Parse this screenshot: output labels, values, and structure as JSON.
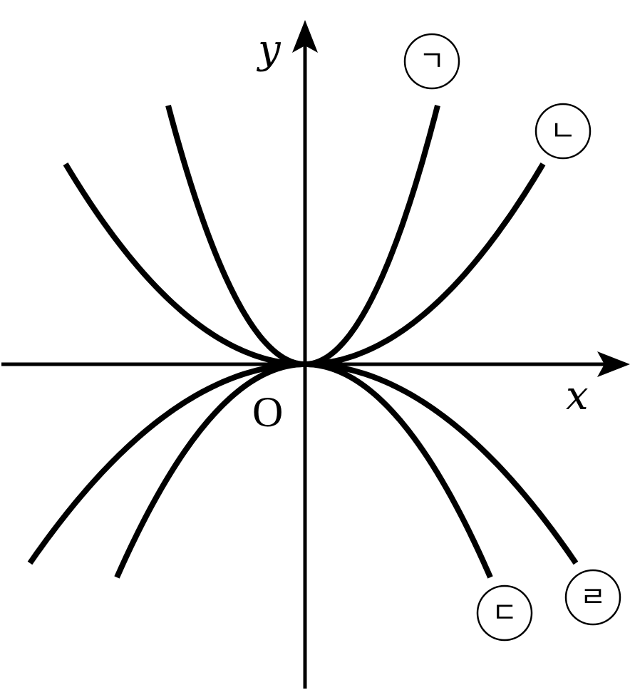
{
  "axes": {
    "x_label": "x",
    "y_label": "y",
    "origin_label": "O"
  },
  "curves": [
    {
      "id": "curve-a",
      "label": "ㄱ",
      "kind": "parabola",
      "opens": "up",
      "relative_width": "narrow"
    },
    {
      "id": "curve-b",
      "label": "ㄴ",
      "kind": "parabola",
      "opens": "up",
      "relative_width": "wide"
    },
    {
      "id": "curve-c",
      "label": "ㄷ",
      "kind": "parabola",
      "opens": "down",
      "relative_width": "narrow"
    },
    {
      "id": "curve-d",
      "label": "ㄹ",
      "kind": "parabola",
      "opens": "down",
      "relative_width": "wide"
    }
  ],
  "colors": {
    "stroke": "#000000",
    "background": "#ffffff"
  }
}
